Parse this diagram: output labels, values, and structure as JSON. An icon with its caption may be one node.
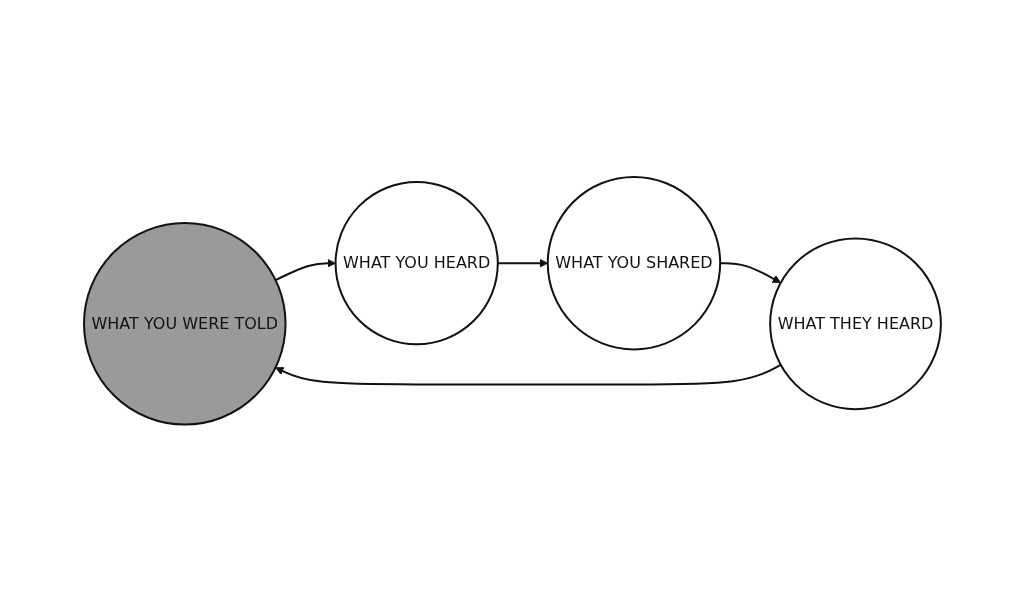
{
  "diagram": {
    "nodes": [
      {
        "text": [
          "WHAT YOU WERE TOLD"
        ]
      },
      {
        "text": [
          "WHAT YOU HEARD"
        ]
      },
      {
        "text": [
          "WHAT YOU SHARED"
        ]
      },
      {
        "text": [
          "WHAT THEY HEARD"
        ]
      }
    ],
    "edges": [
      {
        "from": 0,
        "to": 1,
        "arrow": "to"
      },
      {
        "from": 1,
        "to": 2,
        "arrow": "to"
      },
      {
        "from": 2,
        "to": 3,
        "arrow": "to"
      },
      {
        "from": 3,
        "to": 0,
        "arrow": "to"
      }
    ]
  }
}
